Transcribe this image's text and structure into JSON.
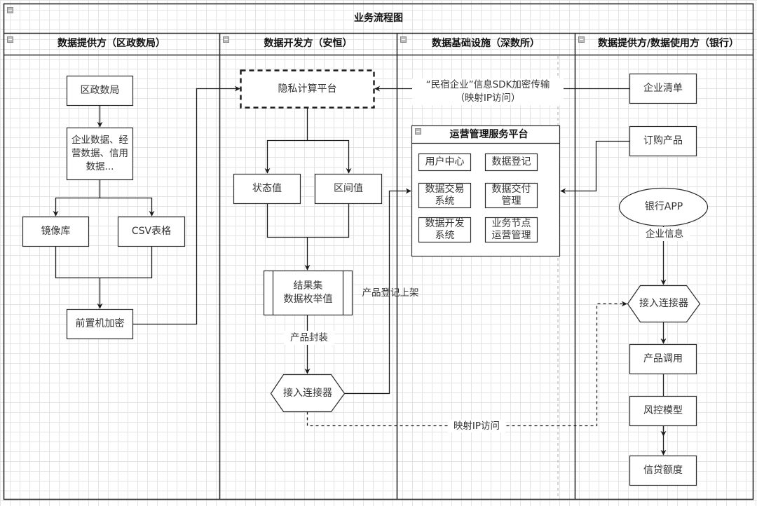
{
  "diagram": {
    "title": "业务流程图",
    "lanes": [
      {
        "id": "lane-gov",
        "header": "数据提供方（区政数局）"
      },
      {
        "id": "lane-dev",
        "header": "数据开发方（安恒）"
      },
      {
        "id": "lane-infra",
        "header": "数据基础设施（深数所）"
      },
      {
        "id": "lane-bank",
        "header": "数据提供方/数据使用方（银行）"
      }
    ],
    "nodes": {
      "gov_bureau": "区政数局",
      "gov_data": "企业数据、经\n营数据、信用\n数据...",
      "mirror_db": "镜像库",
      "csv_table": "CSV表格",
      "front_encrypt": "前置机加密",
      "privacy_platform": "隐私计算平台",
      "state_value": "状态值",
      "range_value": "区间值",
      "result_set": "结果集\n数据枚举值",
      "connector_dev": "接入连接器",
      "ops_platform_title": "运营管理服务平台",
      "ops_user_center": "用户中心",
      "ops_data_register": "数据登记",
      "ops_trade_system": "数据交易\n系统",
      "ops_delivery_mgmt": "数据交付\n管理",
      "ops_dev_system": "数据开发\n系统",
      "ops_node_mgmt": "业务节点\n运营管理",
      "enterprise_list": "企业清单",
      "order_product": "订购产品",
      "bank_app": "银行APP",
      "connector_bank": "接入连接器",
      "product_call": "产品调用",
      "risk_model": "风控模型",
      "credit_limit": "信贷额度"
    },
    "edge_labels": {
      "sdk_transfer": "“民宿企业”信息SDK加密传输\n（映射IP访问）",
      "product_listing": "产品登记上架",
      "product_packaging": "产品封装",
      "mapped_ip": "映射IP访问",
      "enterprise_info": "企业信息"
    },
    "colors": {
      "stroke": "#2b2b2b",
      "grid": "#e4e4e4",
      "dashed_divider": "#c8c8c8",
      "background": "#ffffff"
    }
  }
}
